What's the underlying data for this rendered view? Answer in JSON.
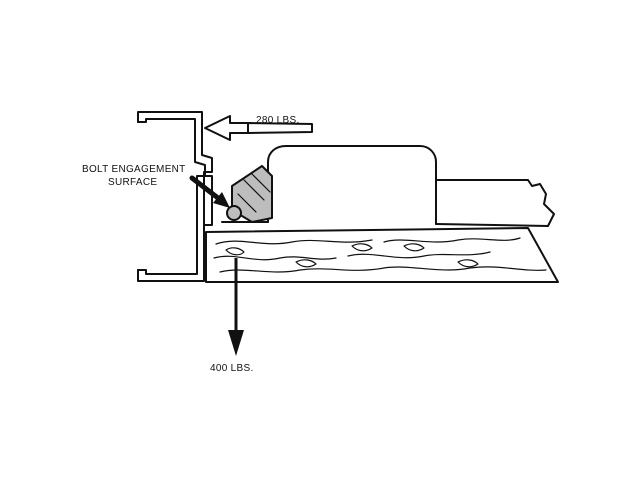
{
  "labels": {
    "force_horizontal": "280 LBS.",
    "bolt_line1": "BOLT ENGAGEMENT",
    "bolt_line2": "SURFACE",
    "force_vertical": "400 LBS."
  },
  "colors": {
    "ink": "#111111",
    "bolt_fill": "#bdbdbd",
    "background": "#ffffff"
  }
}
